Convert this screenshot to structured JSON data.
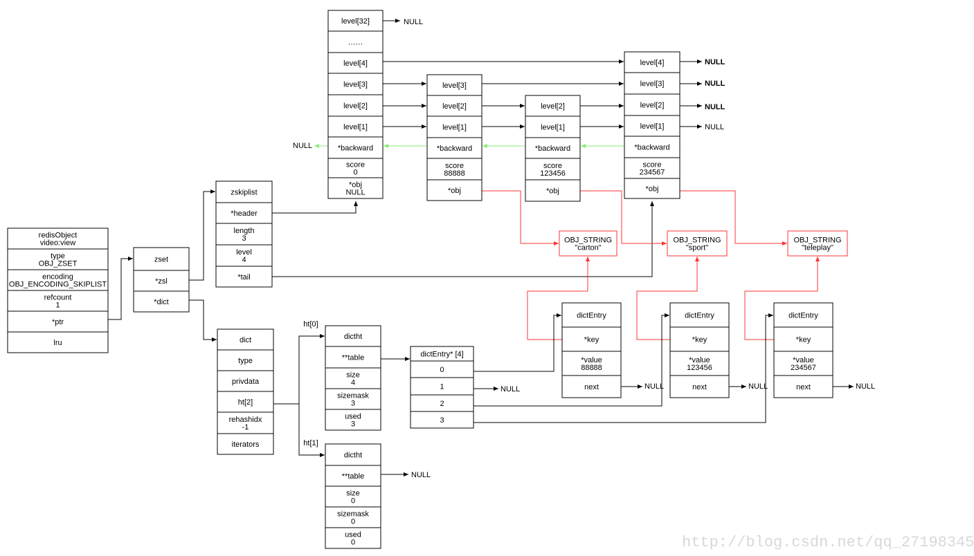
{
  "null_label": "NULL",
  "redis_object": {
    "cells": [
      "redisObject\nvideo:view",
      "type\nOBJ_ZSET",
      "encoding\nOBJ_ENCODING_SKIPLIST",
      "refcount\n1",
      "*ptr",
      "lru"
    ]
  },
  "zset": {
    "cells": [
      "zset",
      "*zsl",
      "*dict"
    ]
  },
  "zskiplist": {
    "cells": [
      "zskiplist",
      "*header",
      "length\n3",
      "level\n4",
      "*tail"
    ]
  },
  "dict": {
    "cells": [
      "dict",
      "type",
      "privdata",
      "ht[2]",
      "rehashidx\n-1",
      "iterators"
    ]
  },
  "ht0": {
    "label": "ht[0]",
    "cells": [
      "dictht",
      "**table",
      "size\n4",
      "sizemask\n3",
      "used\n3"
    ]
  },
  "ht1": {
    "label": "ht[1]",
    "cells": [
      "dictht",
      "**table",
      "size\n0",
      "sizemask\n0",
      "used\n0"
    ]
  },
  "table": {
    "cells": [
      "dictEntry* [4]",
      "0",
      "1",
      "2",
      "3"
    ]
  },
  "header_node": {
    "cells": [
      "level[32]",
      "……",
      "level[4]",
      "level[3]",
      "level[2]",
      "level[1]",
      "*backward",
      "score\n0",
      "*obj\nNULL"
    ]
  },
  "skip_nodes": [
    {
      "cells": [
        "level[3]",
        "level[2]",
        "level[1]",
        "*backward",
        "score\n88888",
        "*obj"
      ]
    },
    {
      "cells": [
        "level[2]",
        "level[1]",
        "*backward",
        "score\n123456",
        "*obj"
      ]
    },
    {
      "cells": [
        "level[4]",
        "level[3]",
        "level[2]",
        "level[1]",
        "*backward",
        "score\n234567",
        "*obj"
      ]
    }
  ],
  "obj_strings": [
    {
      "lines": "OBJ_STRING\n\"carton\""
    },
    {
      "lines": "OBJ_STRING\n\"sport\""
    },
    {
      "lines": "OBJ_STRING\n\"teleplay\""
    }
  ],
  "dict_entries": [
    {
      "cells": [
        "dictEntry",
        "*key",
        "*value\n88888",
        "next"
      ]
    },
    {
      "cells": [
        "dictEntry",
        "*key",
        "*value\n123456",
        "next"
      ]
    },
    {
      "cells": [
        "dictEntry",
        "*key",
        "*value\n234567",
        "next"
      ]
    }
  ],
  "watermark": "http://blog.csdn.net/qq_27198345",
  "colors": {
    "line": "#000000",
    "pointer": "#ff3333",
    "backward": "#88ee77",
    "box_border": "#000000",
    "obj_border": "#ff3333"
  }
}
